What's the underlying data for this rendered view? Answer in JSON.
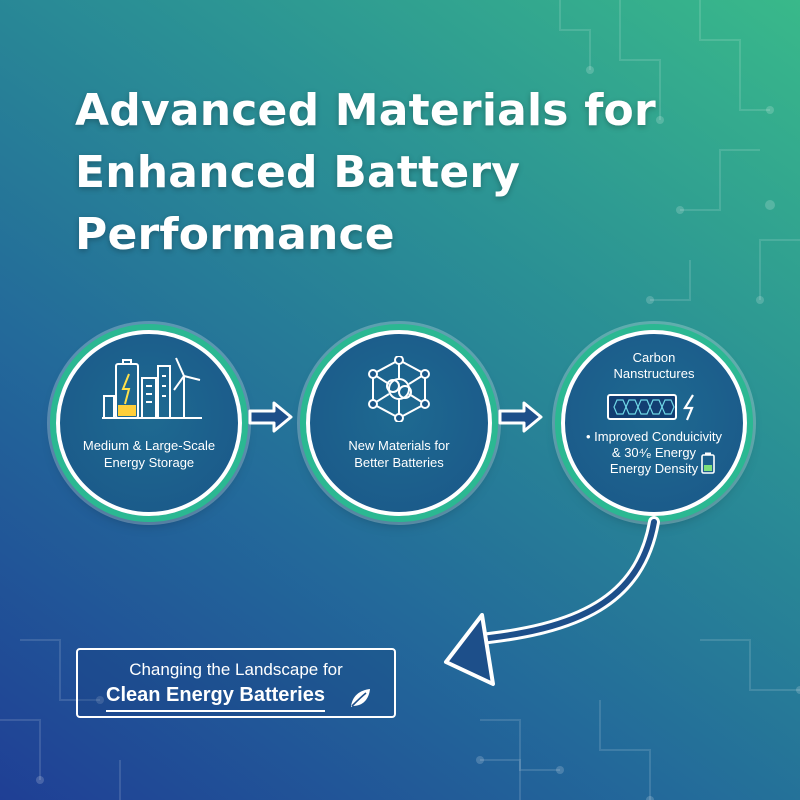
{
  "title": {
    "line1": "Advanced Materials for",
    "line2": "Enhanced Battery",
    "line3": "Performance"
  },
  "stages": [
    {
      "icon": "energy-storage-city-icon",
      "label_line1": "Medium & Large-Scale",
      "label_line2": "Energy Storage"
    },
    {
      "icon": "molecule-lattice-icon",
      "label_line1": "New Materials for",
      "label_line2": "Better Batteries"
    },
    {
      "icon": "nanostructure-battery-icon",
      "heading_line1": "Carbon",
      "heading_line2": "Nanstructures",
      "detail_line1": "• Improved Conduicivity",
      "detail_line2": "& 30⁴⁄ₑ Energy",
      "detail_line3": "Energy Density"
    }
  ],
  "result": {
    "line1": "Changing the Landscape for",
    "line2": "Clean Energy Batteries",
    "icon": "leaf-icon"
  },
  "colors": {
    "ring": "#2bb892",
    "circle_fill": "#1a5688",
    "gradient_start": "#1f3f95",
    "gradient_end": "#39b98a"
  }
}
